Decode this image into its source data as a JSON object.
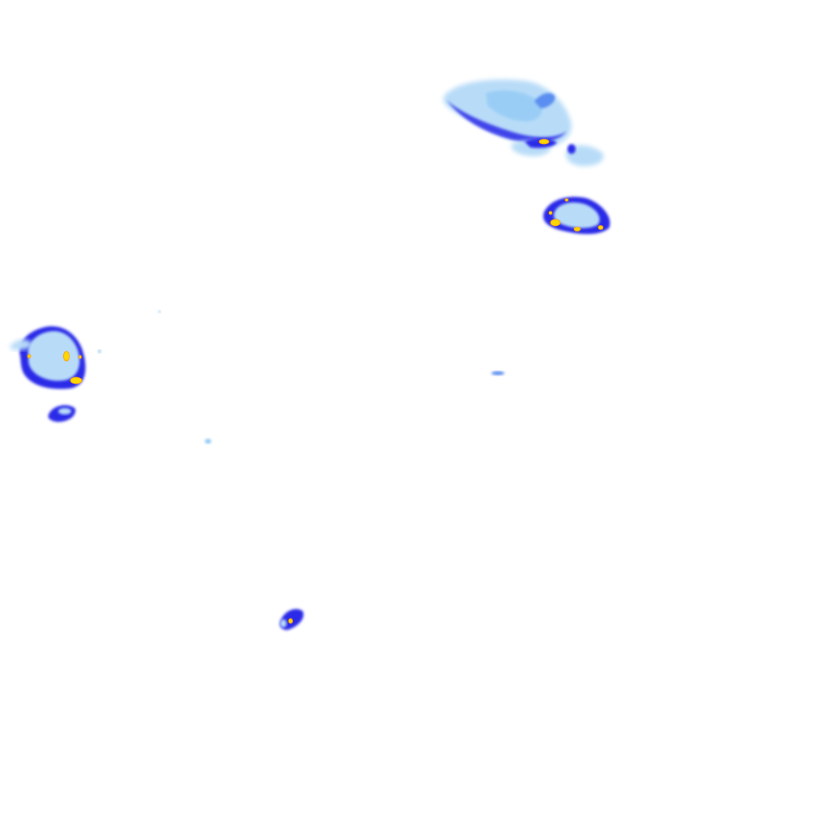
{
  "map": {
    "background": "transparent",
    "layer": "precipitation-radar-overlay",
    "colors": {
      "light": "#b8dcf8",
      "light_mid": "#8ec8f4",
      "moderate": "#5a8ef0",
      "heavy": "#2a2ae8",
      "intense": "#ffd700",
      "intense_edge": "#ff9900"
    },
    "cells": [
      {
        "name": "cell-northeast-band",
        "intensity": "heavy"
      },
      {
        "name": "cell-northeast-fragment",
        "intensity": "moderate"
      },
      {
        "name": "cell-east",
        "intensity": "intense"
      },
      {
        "name": "cell-west",
        "intensity": "intense"
      },
      {
        "name": "cell-west-south",
        "intensity": "heavy"
      },
      {
        "name": "cell-central",
        "intensity": "moderate"
      },
      {
        "name": "cell-small-speck",
        "intensity": "light"
      },
      {
        "name": "cell-south",
        "intensity": "intense"
      }
    ]
  }
}
